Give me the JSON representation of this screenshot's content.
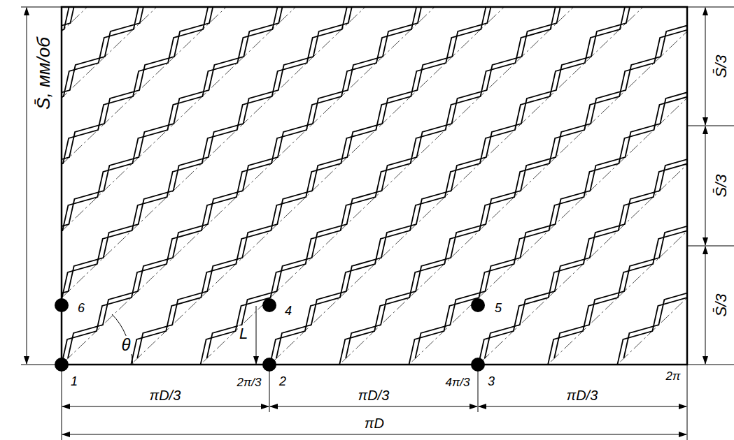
{
  "diagram": {
    "labels": [
      "S̄, мм/об",
      "S̄/3",
      "S̄/3",
      "S̄/3",
      "L",
      "θ",
      "6",
      "4",
      "5",
      "1",
      "2",
      "3",
      "2π/3",
      "4π/3",
      "2π",
      "πD/3",
      "πD/3",
      "πD/3",
      "πD"
    ]
  }
}
